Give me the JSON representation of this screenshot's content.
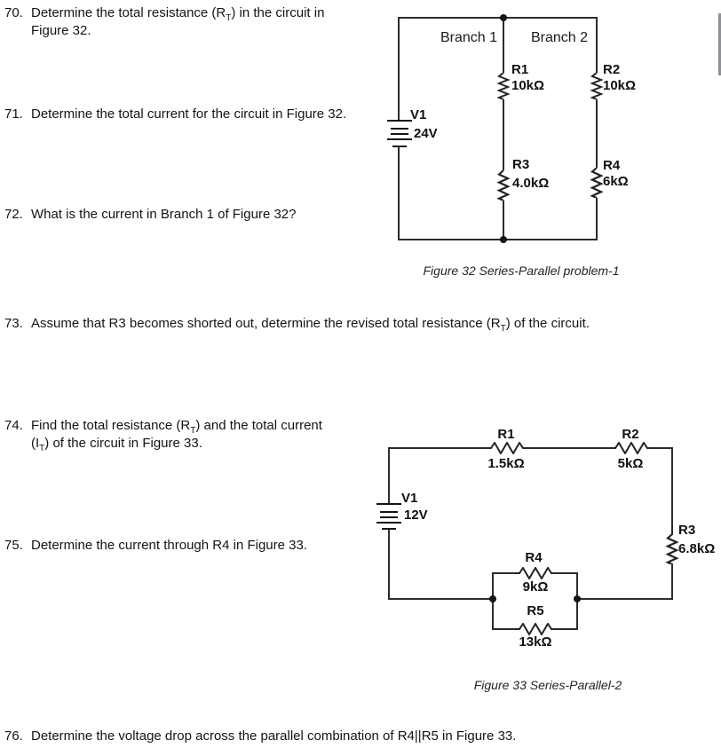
{
  "questions": {
    "q70": {
      "num": "70.",
      "l1a": "Determine the total resistance (R",
      "l1sub": "T",
      "l1b": ") in the circuit in",
      "l2": "Figure 32."
    },
    "q71": {
      "num": "71.",
      "text": "Determine the total current for the circuit in Figure 32."
    },
    "q72": {
      "num": "72.",
      "text": "What is the current in Branch 1 of Figure 32?"
    },
    "q73": {
      "num": "73.",
      "a": "Assume that R3 becomes shorted out, determine the revised total resistance (R",
      "sub": "T",
      "b": ") of the circuit."
    },
    "q74": {
      "num": "74.",
      "l1a": "Find the total resistance (R",
      "l1sub": "T",
      "l1b": ") and the total current",
      "l2a": "(I",
      "l2sub": "T",
      "l2b": ") of the circuit in Figure 33."
    },
    "q75": {
      "num": "75.",
      "text": "Determine the current through R4 in Figure 33."
    },
    "q76": {
      "num": "76.",
      "text": "Determine the voltage drop across the parallel combination of R4||R5 in Figure 33."
    }
  },
  "fig32": {
    "branch1_label": "Branch 1",
    "branch2_label": "Branch 2",
    "source_name": "V1",
    "source_value": "24V",
    "r1_name": "R1",
    "r1_value": "10kΩ",
    "r2_name": "R2",
    "r2_value": "10kΩ",
    "r3_name": "R3",
    "r3_value": "4.0kΩ",
    "r4_name": "R4",
    "r4_value": "6kΩ",
    "caption": "Figure 32 Series-Parallel problem-1"
  },
  "fig33": {
    "source_name": "V1",
    "source_value": "12V",
    "r1_name": "R1",
    "r1_value": "1.5kΩ",
    "r2_name": "R2",
    "r2_value": "5kΩ",
    "r3_name": "R3",
    "r3_value": "6.8kΩ",
    "r4_name": "R4",
    "r4_value": "9kΩ",
    "r5_name": "R5",
    "r5_value": "13kΩ",
    "caption": "Figure 33 Series-Parallel-2"
  },
  "colors": {
    "wire": "#2c2c2c",
    "text": "#141414"
  }
}
